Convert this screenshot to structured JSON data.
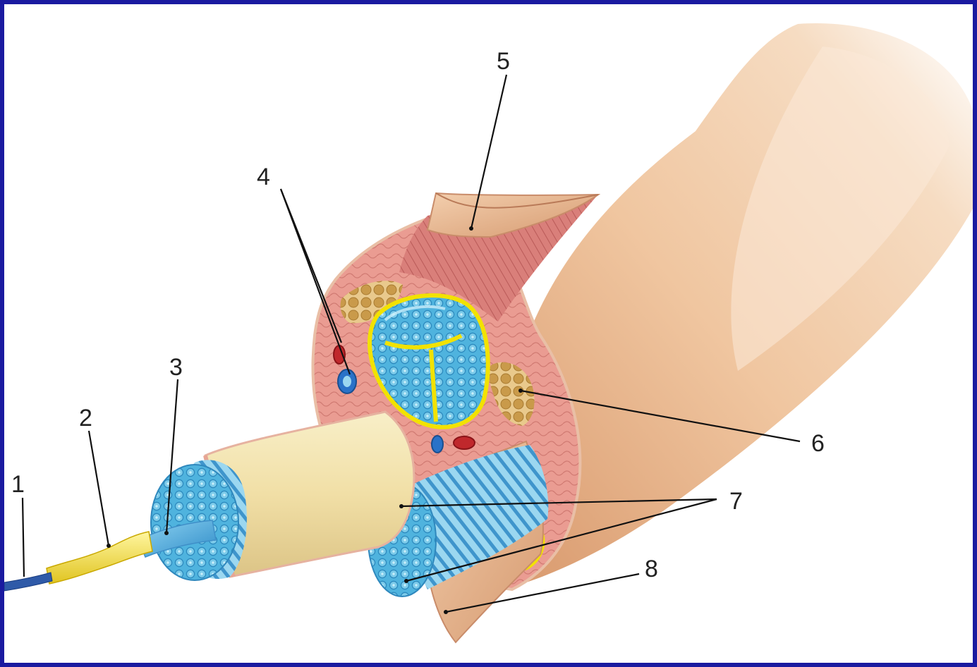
{
  "labels": {
    "l1": "1",
    "l2": "2",
    "l3": "3",
    "l4": "4",
    "l5": "5",
    "l6": "6",
    "l7": "7",
    "l8": "8"
  },
  "colors": {
    "frame": "#1a1aa0",
    "skin": "#e8b48e",
    "muscle": "#d9807a",
    "fascicle": "#58b8dc",
    "perimysium": "#f2e000",
    "fat": "#c9a050",
    "artery": "#c0282c",
    "vein": "#2a72c8"
  }
}
